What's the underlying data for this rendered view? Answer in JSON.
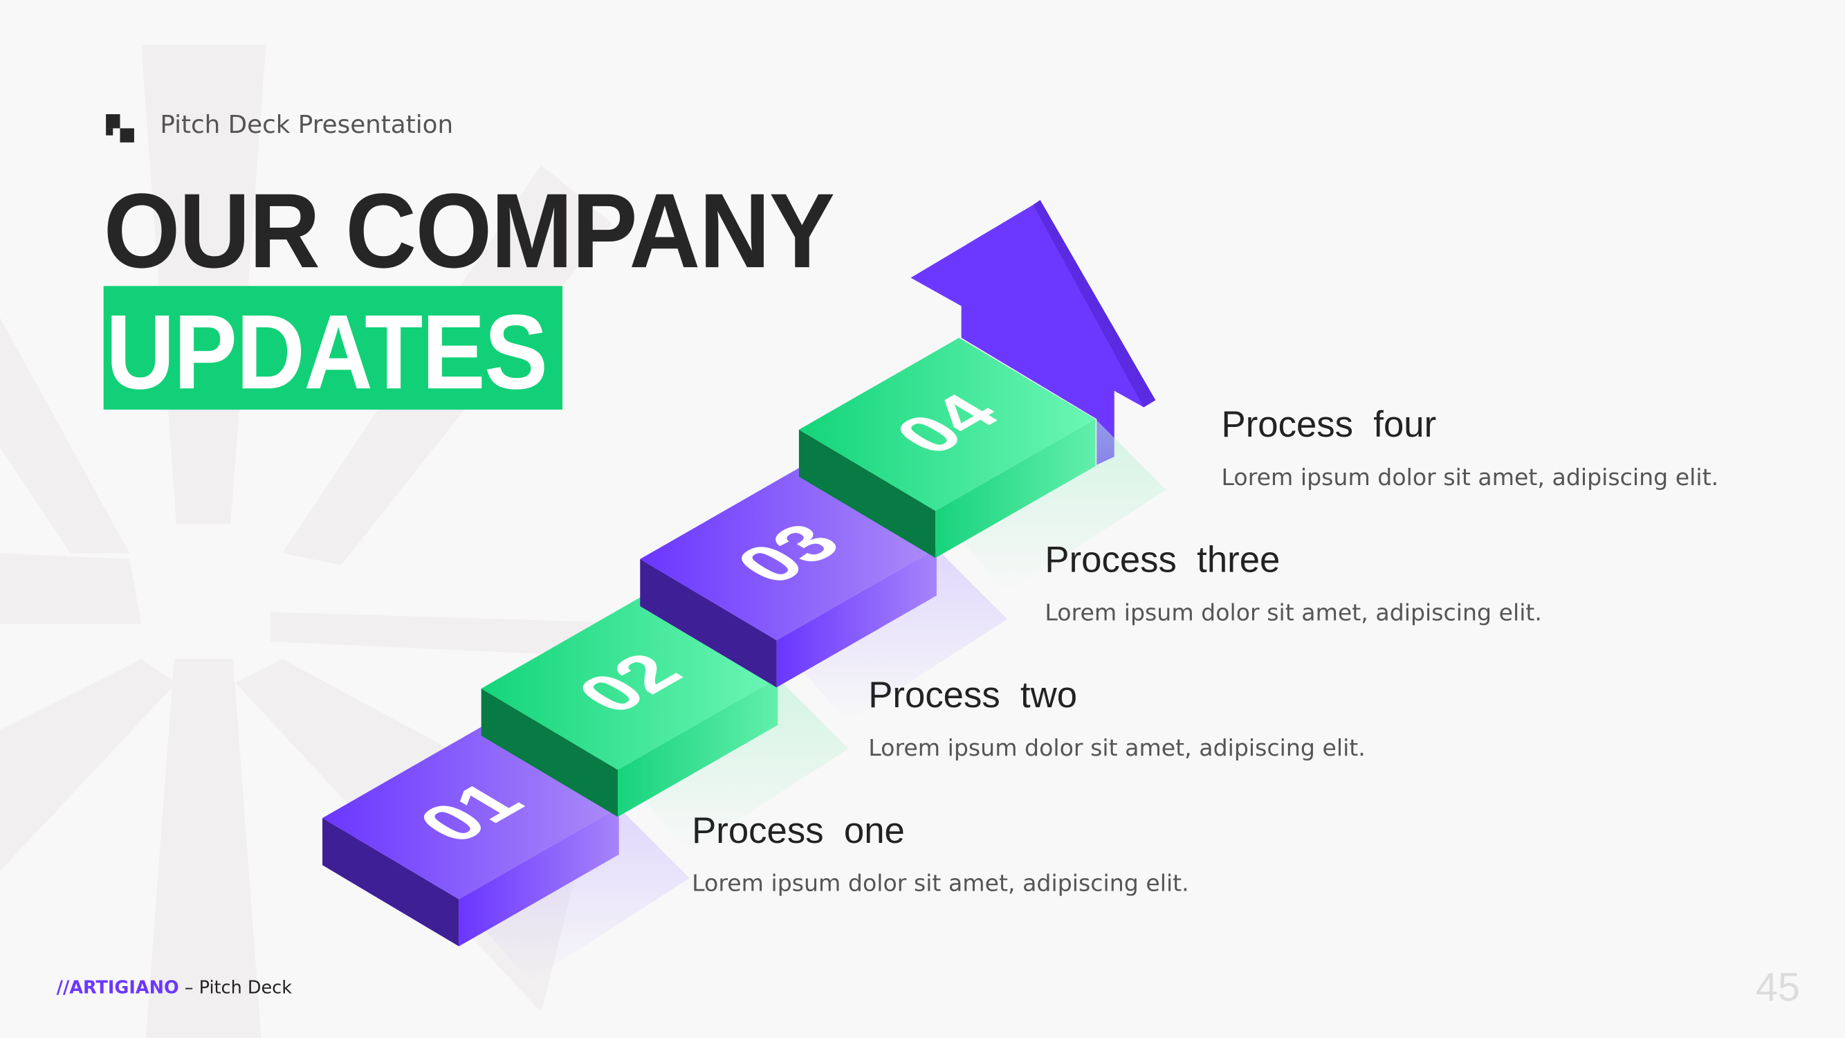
{
  "header": {
    "eyebrow": "Pitch Deck Presentation",
    "title_line1": "OUR COMPANY",
    "title_line2": "UPDATES"
  },
  "colors": {
    "purple": "#6c38ff",
    "green": "#12d077",
    "dark": "#262626",
    "background": "#f8f8f8"
  },
  "steps": [
    {
      "number": "01",
      "title": "Process  one",
      "description": "Lorem ipsum dolor sit amet, adipiscing elit."
    },
    {
      "number": "02",
      "title": "Process  two",
      "description": "Lorem ipsum dolor sit amet, adipiscing elit."
    },
    {
      "number": "03",
      "title": "Process  three",
      "description": "Lorem ipsum dolor sit amet, adipiscing elit."
    },
    {
      "number": "04",
      "title": "Process  four",
      "description": "Lorem ipsum dolor sit amet, adipiscing elit."
    }
  ],
  "footer": {
    "brand": "//ARTIGIANO",
    "suffix": " – Pitch Deck",
    "page_number": "45"
  }
}
